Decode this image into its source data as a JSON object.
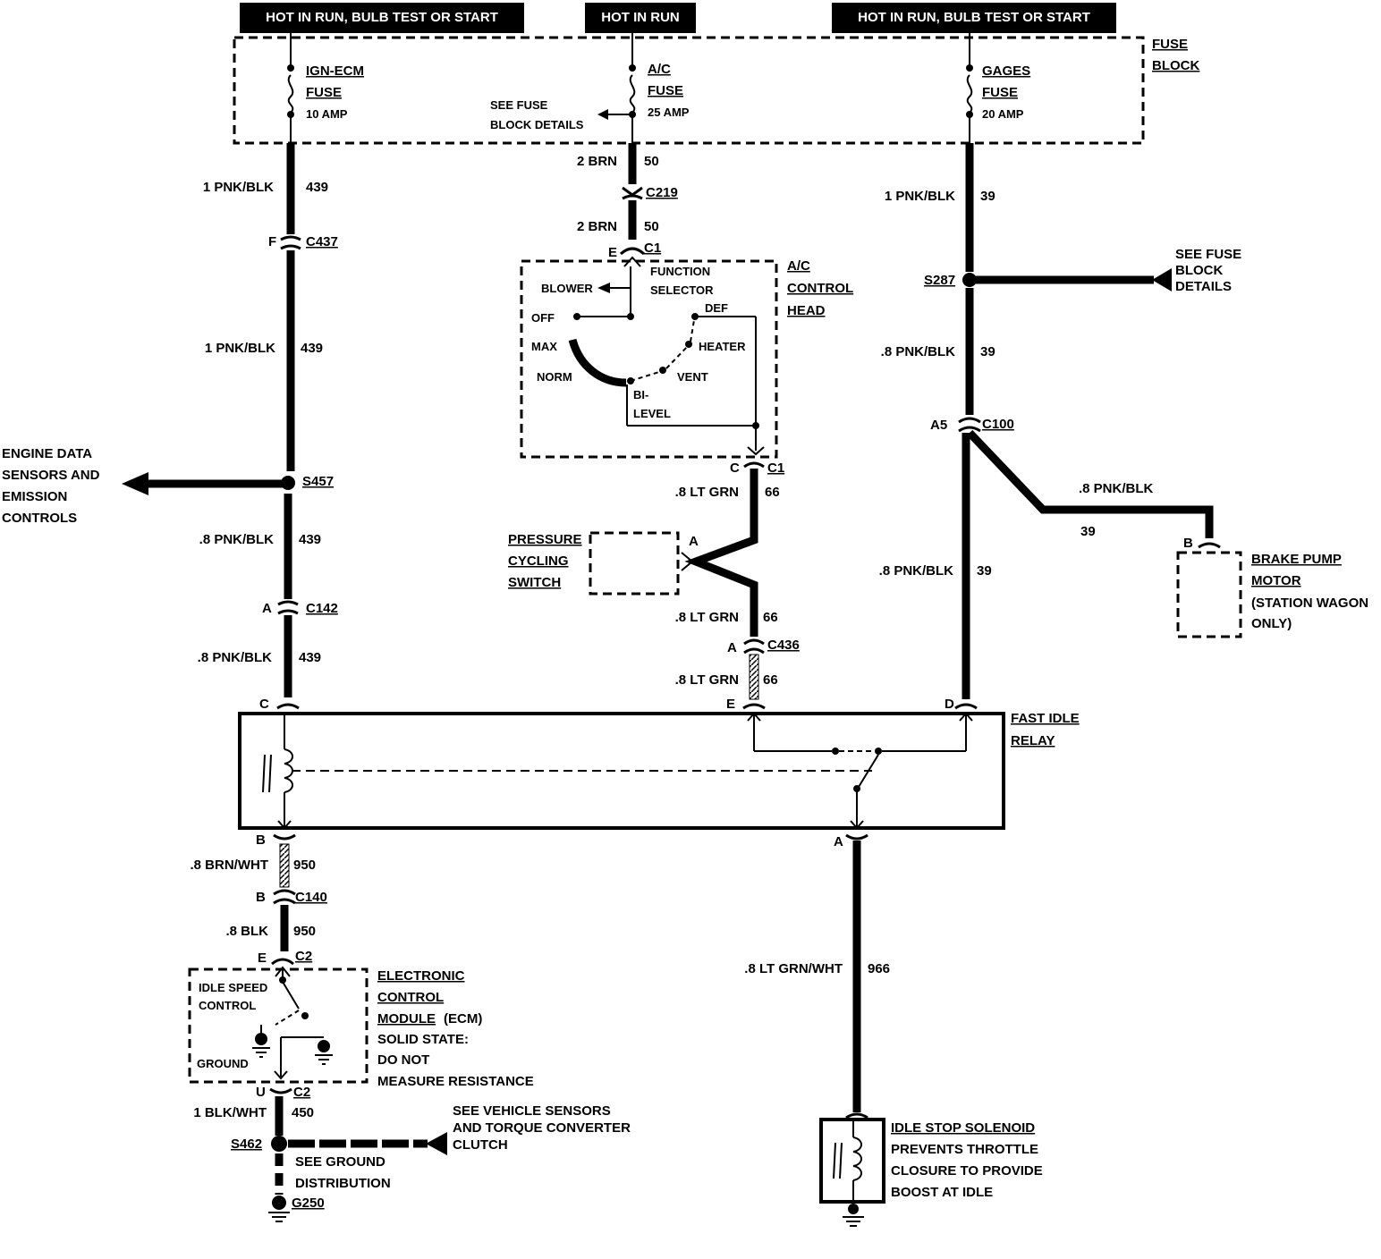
{
  "power_labels": {
    "left": "HOT IN RUN, BULB TEST OR START",
    "center": "HOT IN RUN",
    "right": "HOT IN RUN, BULB TEST OR START"
  },
  "fuse_block": {
    "title_1": "FUSE",
    "title_2": "BLOCK",
    "fuse_ign": {
      "name_1": "IGN-ECM",
      "name_2": "FUSE",
      "rating": "10 AMP"
    },
    "fuse_ac": {
      "name_1": "A/C",
      "name_2": "FUSE",
      "rating": "25 AMP"
    },
    "fuse_gages": {
      "name_1": "GAGES",
      "name_2": "FUSE",
      "rating": "20 AMP"
    },
    "see_details_1": "SEE FUSE",
    "see_details_2": "BLOCK DETAILS"
  },
  "left_branch": {
    "wire_a": {
      "color": "1 PNK/BLK",
      "circuit": "439"
    },
    "c437": {
      "pin": "F",
      "name": "C437"
    },
    "wire_b": {
      "color": "1 PNK/BLK",
      "circuit": "439"
    },
    "s457": "S457",
    "engine_1": "ENGINE DATA",
    "engine_2": "SENSORS AND",
    "engine_3": "EMISSION",
    "engine_4": "CONTROLS",
    "wire_c": {
      "color": ".8 PNK/BLK",
      "circuit": "439"
    },
    "c142": {
      "pin": "A",
      "name": "C142"
    },
    "wire_d": {
      "color": ".8 PNK/BLK",
      "circuit": "439"
    },
    "relay_pin_c": "C"
  },
  "center_branch": {
    "wire_a": {
      "color": "2 BRN",
      "circuit": "50"
    },
    "c219": "C219",
    "wire_b": {
      "color": "2 BRN",
      "circuit": "50"
    },
    "c1_top": {
      "pin": "E",
      "name": "C1"
    },
    "head_1": "A/C",
    "head_2": "CONTROL",
    "head_3": "HEAD",
    "func_1": "FUNCTION",
    "func_2": "SELECTOR",
    "blower": "BLOWER",
    "off": "OFF",
    "def": "DEF",
    "max": "MAX",
    "heater": "HEATER",
    "norm": "NORM",
    "vent": "VENT",
    "bi": "BI-",
    "level": "LEVEL",
    "c1_bottom": {
      "pin": "C",
      "name": "C1"
    },
    "wire_c": {
      "color": ".8 LT GRN",
      "circuit": "66"
    },
    "pcs_1": "PRESSURE",
    "pcs_2": "CYCLING",
    "pcs_3": "SWITCH",
    "pcs_pin": "A",
    "wire_d": {
      "color": ".8 LT GRN",
      "circuit": "66"
    },
    "c436": {
      "pin": "A",
      "name": "C436"
    },
    "wire_e": {
      "color": ".8 LT GRN",
      "circuit": "66"
    },
    "relay_pin_e": "E"
  },
  "right_branch": {
    "wire_a": {
      "color": "1 PNK/BLK",
      "circuit": "39"
    },
    "s287": "S287",
    "see_1": "SEE FUSE",
    "see_2": "BLOCK",
    "see_3": "DETAILS",
    "wire_b": {
      "color": ".8 PNK/BLK",
      "circuit": "39"
    },
    "c100": {
      "pin": "A5",
      "name": "C100"
    },
    "wire_c": {
      "color": ".8 PNK/BLK",
      "circuit": "39"
    },
    "wire_brake": {
      "color": ".8 PNK/BLK",
      "circuit": "39"
    },
    "brake_pin": "B",
    "brake_1": "BRAKE PUMP",
    "brake_2": "MOTOR",
    "brake_3": "(STATION WAGON",
    "brake_4": "ONLY)",
    "relay_pin_d": "D"
  },
  "relay": {
    "title_1": "FAST IDLE",
    "title_2": "RELAY",
    "pin_b": "B",
    "pin_a": "A"
  },
  "bottom_left": {
    "wire_a": {
      "color": ".8 BRN/WHT",
      "circuit": "950"
    },
    "c140": {
      "pin": "B",
      "name": "C140"
    },
    "wire_b": {
      "color": ".8 BLK",
      "circuit": "950"
    },
    "c2_top": {
      "pin": "E",
      "name": "C2"
    },
    "isc_1": "IDLE SPEED",
    "isc_2": "CONTROL",
    "ground": "GROUND",
    "ecm_1": "ELECTRONIC",
    "ecm_2": "CONTROL",
    "ecm_3a": "MODULE",
    "ecm_3b": "(ECM)",
    "ecm_4": "SOLID STATE:",
    "ecm_5": "DO NOT",
    "ecm_6": "MEASURE  RESISTANCE",
    "c2_bottom": {
      "pin": "U",
      "name": "C2"
    },
    "wire_c": {
      "color": "1 BLK/WHT",
      "circuit": "450"
    },
    "s462": "S462",
    "veh_1": "SEE VEHICLE SENSORS",
    "veh_2": "AND TORQUE CONVERTER",
    "veh_3": "CLUTCH",
    "gnd_1": "SEE GROUND",
    "gnd_2": "DISTRIBUTION",
    "g250": "G250"
  },
  "bottom_right": {
    "wire_a": {
      "color": ".8 LT GRN/WHT",
      "circuit": "966"
    },
    "sol_1": "IDLE STOP SOLENOID",
    "sol_2": "PREVENTS THROTTLE",
    "sol_3": "CLOSURE TO PROVIDE",
    "sol_4": "BOOST AT IDLE"
  }
}
